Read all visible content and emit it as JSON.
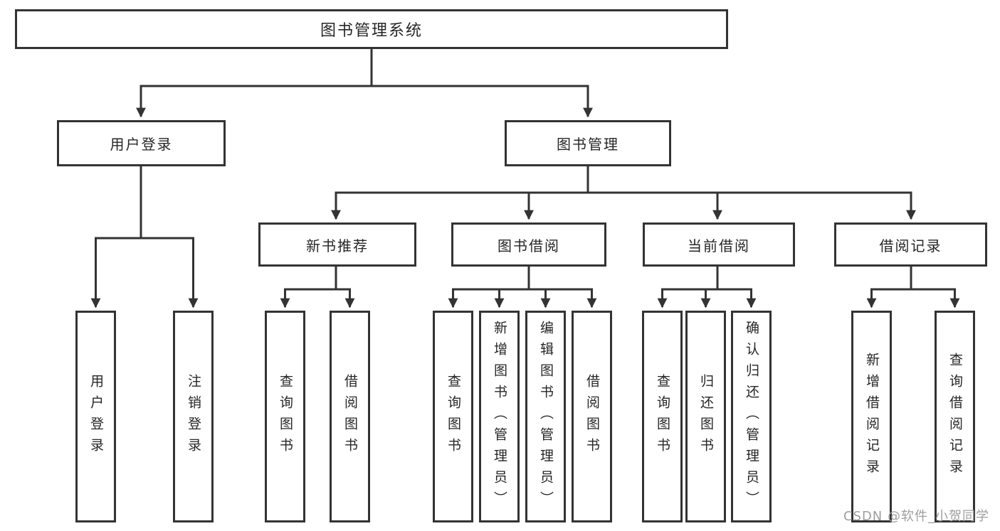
{
  "tree": {
    "root": {
      "label": "图书管理系统",
      "children": [
        {
          "label": "用户登录",
          "children": [
            {
              "label": "用户登录"
            },
            {
              "label": "注销登录"
            }
          ]
        },
        {
          "label": "图书管理",
          "children": [
            {
              "label": "新书推荐",
              "children": [
                {
                  "label": "查询图书"
                },
                {
                  "label": "借阅图书"
                }
              ]
            },
            {
              "label": "图书借阅",
              "children": [
                {
                  "label": "查询图书"
                },
                {
                  "label": "新增图书（管理员）"
                },
                {
                  "label": "编辑图书（管理员）"
                },
                {
                  "label": "借阅图书"
                }
              ]
            },
            {
              "label": "当前借阅",
              "children": [
                {
                  "label": "查询图书"
                },
                {
                  "label": "归还图书"
                },
                {
                  "label": "确认归还（管理员）"
                }
              ]
            },
            {
              "label": "借阅记录",
              "children": [
                {
                  "label": "新增借阅记录"
                },
                {
                  "label": "查询借阅记录"
                }
              ]
            }
          ]
        }
      ]
    }
  },
  "watermark": {
    "text": "CSDN @软件_小贺同学"
  },
  "colors": {
    "line": "#333333",
    "text": "#262626",
    "background": "#ffffff",
    "watermark": "#9e9e9e"
  }
}
